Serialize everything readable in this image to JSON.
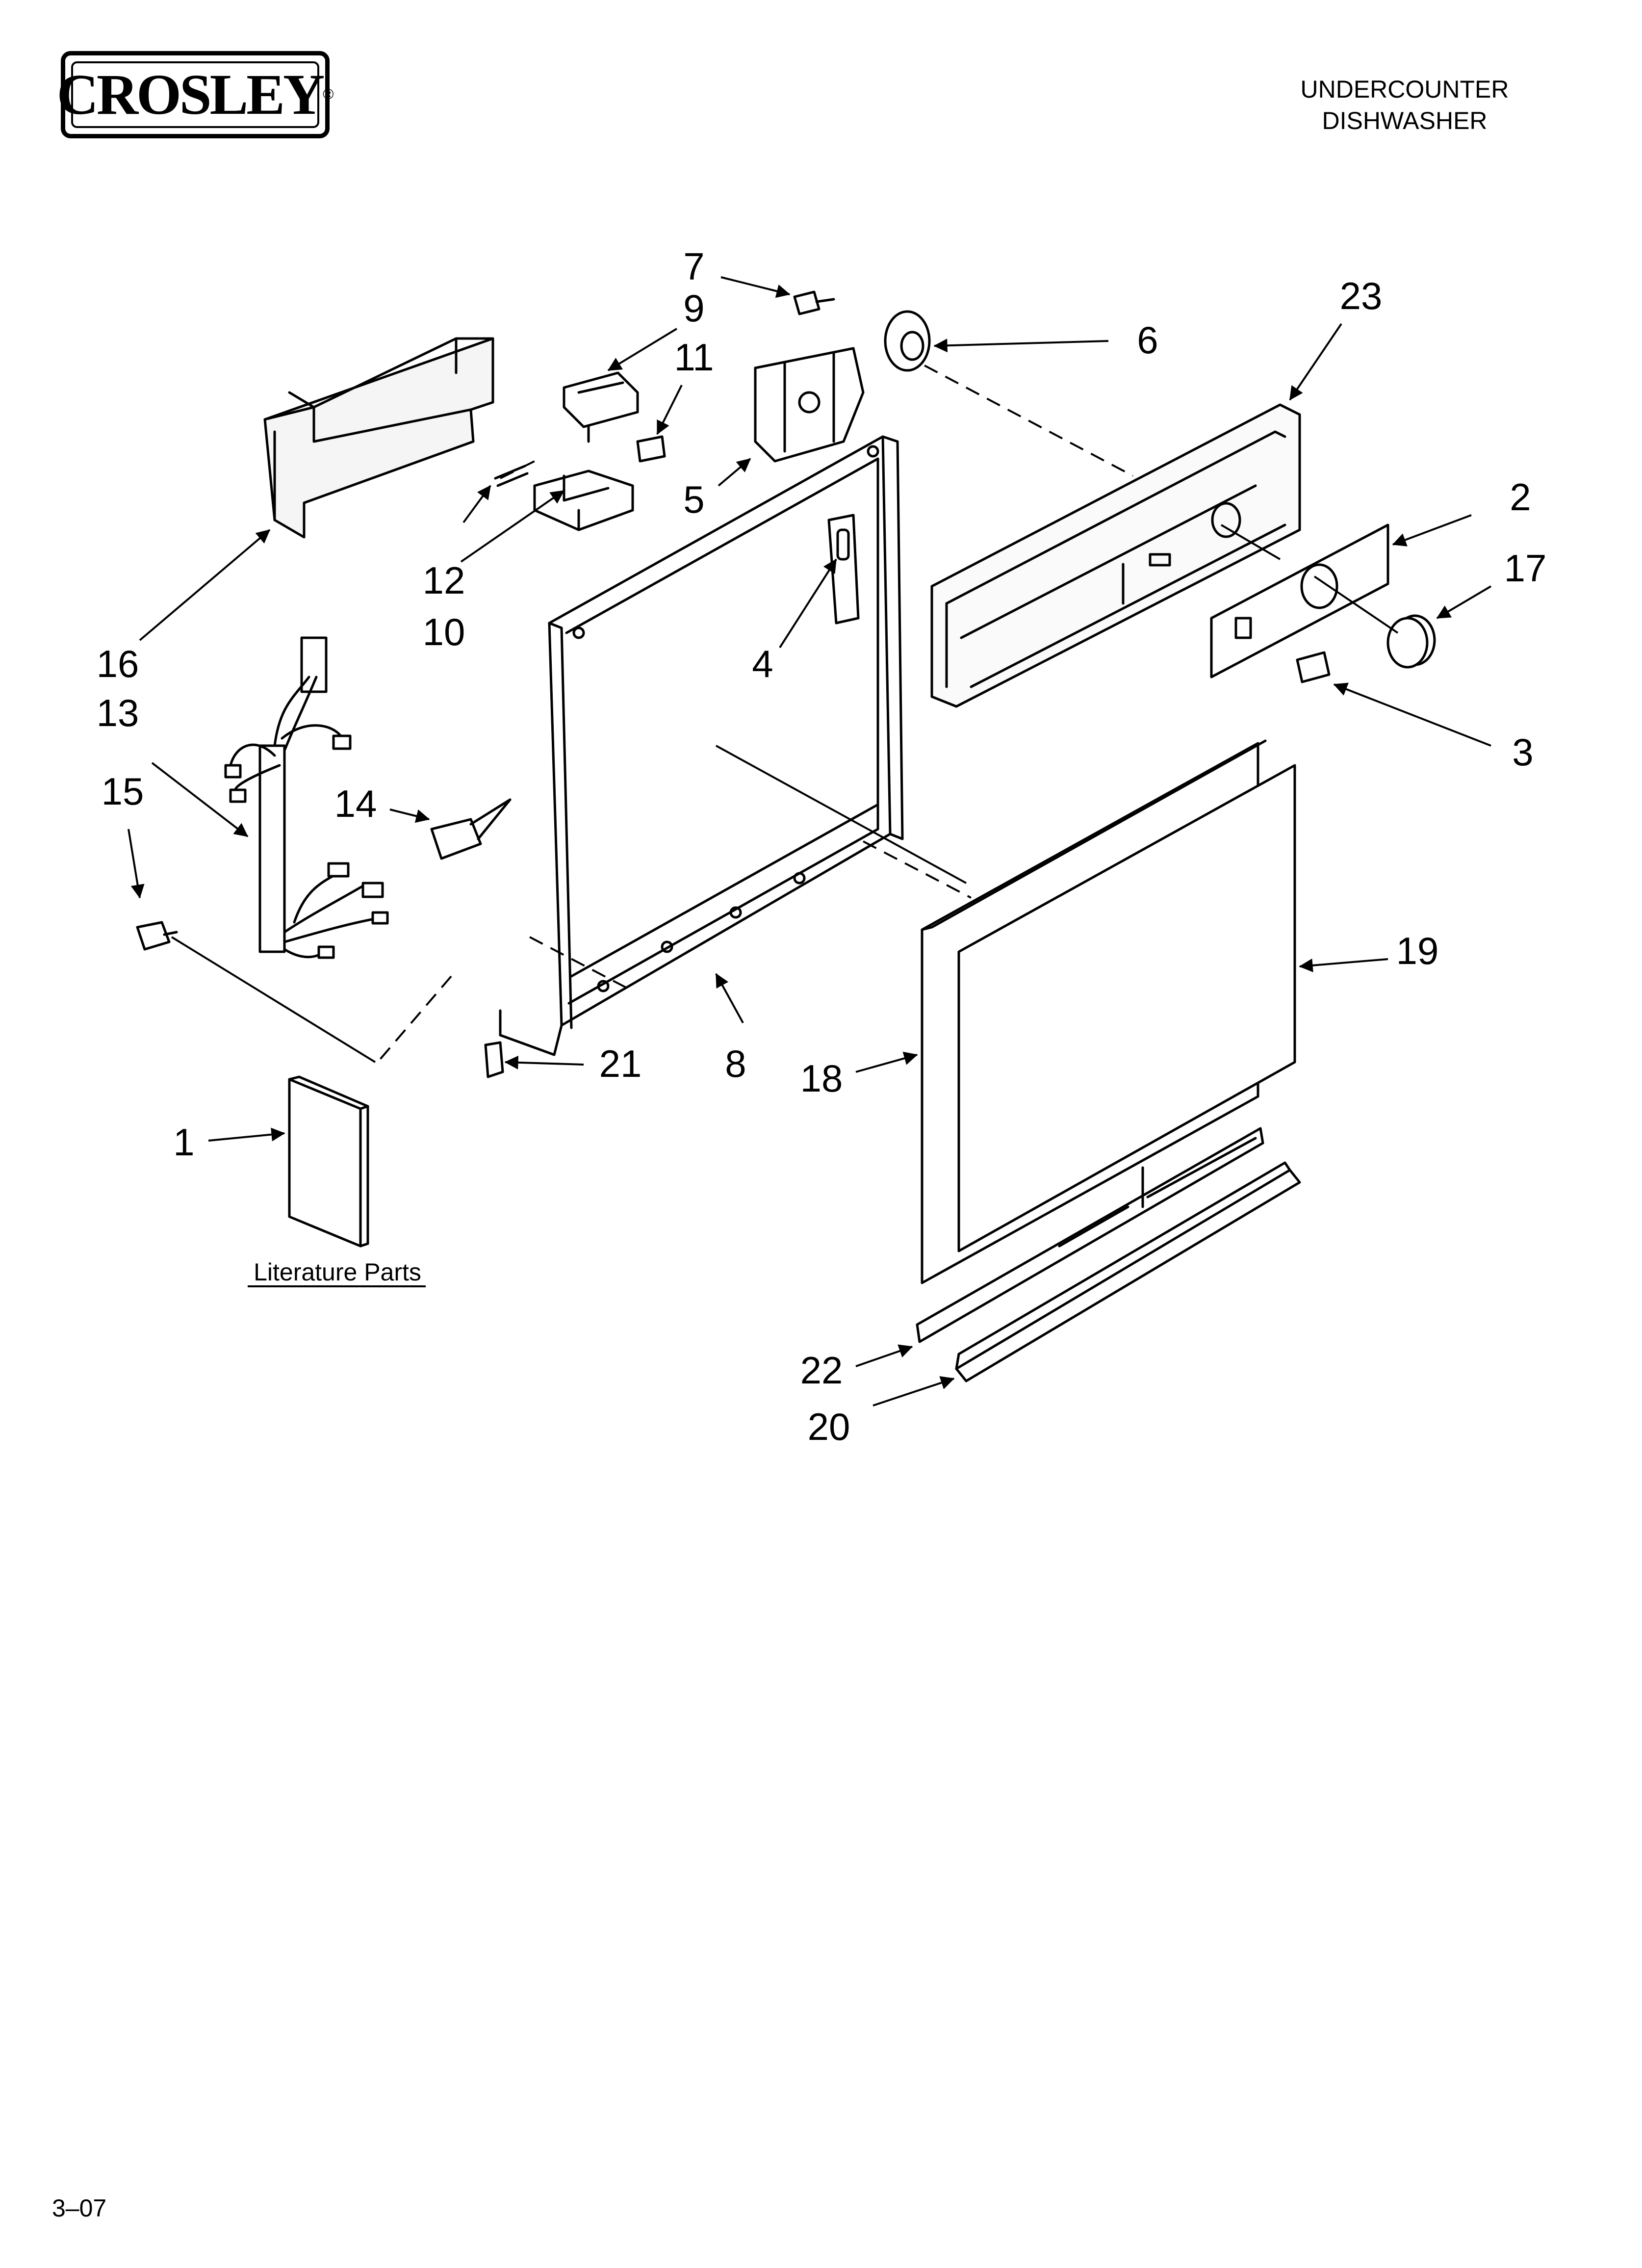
{
  "brand": {
    "logo_text": "CROSLEY",
    "registered_mark": "®"
  },
  "header": {
    "line1": "UNDERCOUNTER",
    "line2": "DISHWASHER"
  },
  "callouts": {
    "c1": "1",
    "c2": "2",
    "c3": "3",
    "c4": "4",
    "c5": "5",
    "c6": "6",
    "c7": "7",
    "c8": "8",
    "c9": "9",
    "c10": "10",
    "c11": "11",
    "c12": "12",
    "c13": "13",
    "c14": "14",
    "c15": "15",
    "c16": "16",
    "c17": "17",
    "c18": "18",
    "c19": "19",
    "c20": "20",
    "c21": "21",
    "c22": "22",
    "c23": "23"
  },
  "literature_label": "Literature Parts",
  "footer": {
    "page_code": "3–07"
  }
}
